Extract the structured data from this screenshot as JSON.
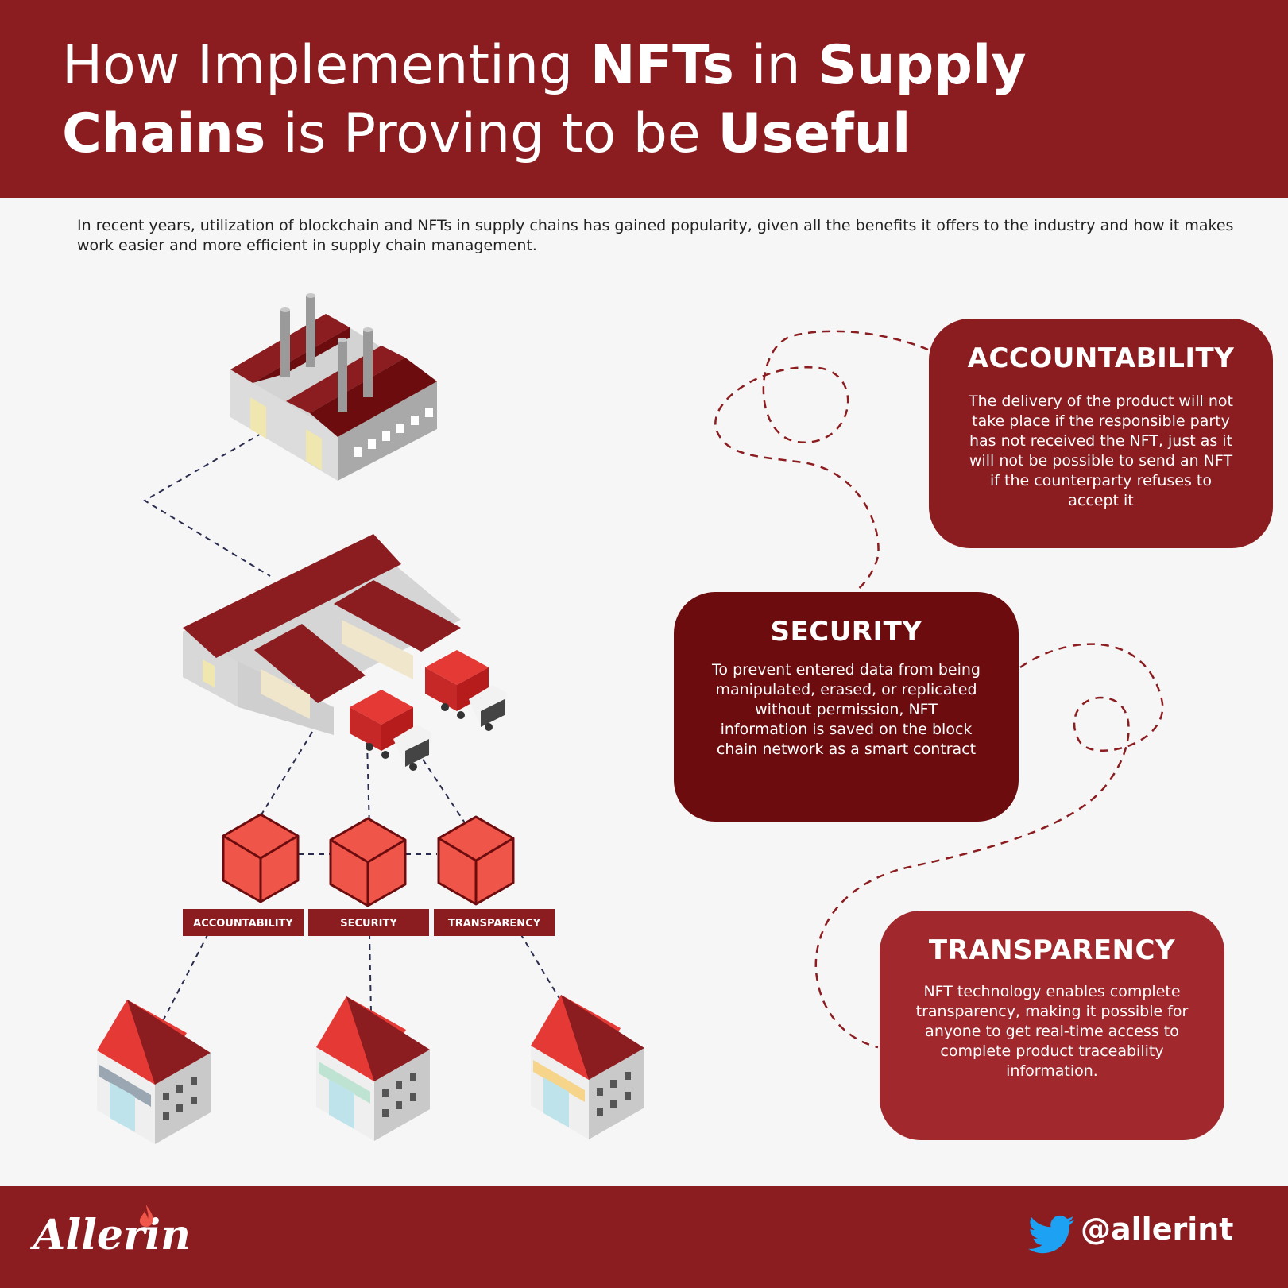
{
  "title": {
    "part1": "How Implementing ",
    "bold1": "NFTs",
    "part2": " in ",
    "bold2": "Supply Chains",
    "part3": " is Proving to be ",
    "bold3": "Useful"
  },
  "intro": "In recent years, utilization of blockchain and NFTs in supply chains has gained popularity, given all the benefits it offers to the industry and how it makes work easier and more efficient in supply chain management.",
  "diagram_labels": [
    "ACCOUNTABILITY",
    "SECURITY",
    "TRANSPARENCY"
  ],
  "cards": [
    {
      "heading": "ACCOUNTABILITY",
      "text": "The delivery of the product will not take place if the responsible party has not received the NFT, just as it will not be possible to send an NFT if the counterparty refuses to accept it"
    },
    {
      "heading": "SECURITY",
      "text": "To prevent entered data from being manipulated, erased, or replicated without permission, NFT information is saved on the block chain network as a smart contract"
    },
    {
      "heading": "TRANSPARENCY",
      "text": "NFT technology enables complete transparency, making it possible for anyone to get real-time access to complete product traceability information."
    }
  ],
  "footer": {
    "brand": "Allerin",
    "handle": "@allerint"
  },
  "colors": {
    "primary": "#8b1c1f",
    "dark": "#6d0c0e",
    "light": "#a1282c",
    "cube": "#ef5548",
    "background": "#f6f6f6"
  },
  "icons": [
    "factory-icon",
    "warehouse-icon",
    "truck-icon",
    "blockchain-cube-icon",
    "store-icon",
    "twitter-bird-icon"
  ]
}
